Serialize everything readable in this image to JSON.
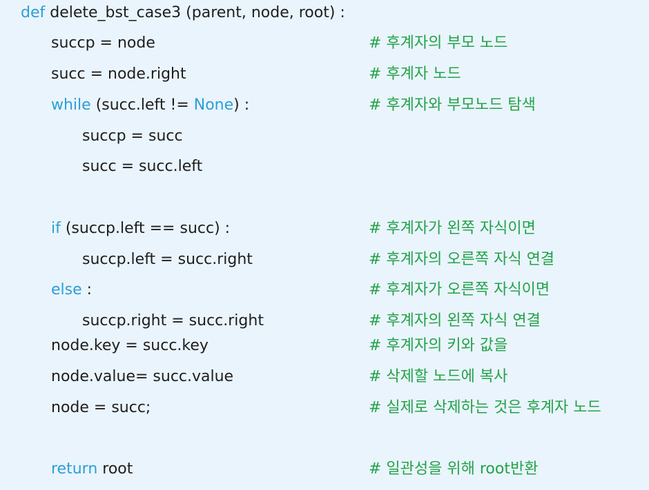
{
  "lines": [
    {
      "kw": "def",
      "code": " delete_bst_case3 (parent, node, root) :",
      "comment": ""
    },
    {
      "kw": "",
      "code": "succp = node",
      "comment": "# 후계자의 부모 노드"
    },
    {
      "kw": "",
      "code": "succ = node.right",
      "comment": "# 후계자 노드"
    },
    {
      "kw": "while",
      "code": " (succ.left != ",
      "kw2": "None",
      "code2": ") :",
      "comment": "# 후계자와 부모노드 탐색"
    },
    {
      "kw": "",
      "code": "succp = succ",
      "comment": ""
    },
    {
      "kw": "",
      "code": "succ = succ.left",
      "comment": ""
    },
    {
      "kw": "if",
      "code": " (succp.left == succ) :",
      "comment": "# 후계자가 왼쪽 자식이면"
    },
    {
      "kw": "",
      "code": "succp.left = succ.right",
      "comment": "# 후계자의 오른쪽 자식 연결"
    },
    {
      "kw": "else",
      "code": " :",
      "comment": "# 후계자가 오른쪽 자식이면"
    },
    {
      "kw": "",
      "code": "succp.right = succ.right",
      "comment": "# 후계자의 왼쪽 자식 연결"
    },
    {
      "kw": "",
      "code": "node.key = succ.key",
      "comment": "# 후계자의 키와 값을"
    },
    {
      "kw": "",
      "code": "node.value= succ.value",
      "comment": "# 삭제할 노드에 복사"
    },
    {
      "kw": "",
      "code": "node = succ;",
      "comment": "# 실제로 삭제하는 것은 후계자 노드"
    },
    {
      "kw": "return",
      "code": " root",
      "comment": "# 일관성을 위해 root반환"
    }
  ]
}
